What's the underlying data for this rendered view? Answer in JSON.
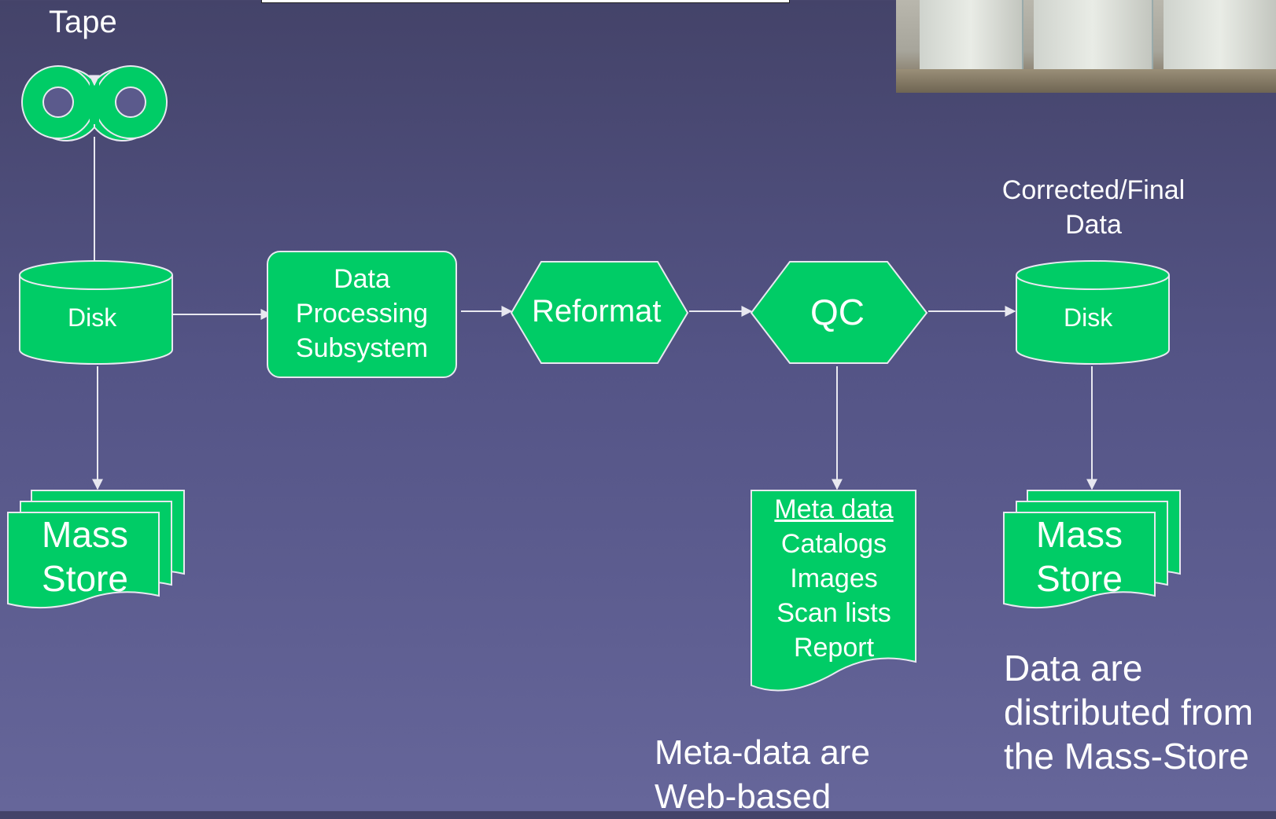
{
  "nodes": {
    "tape": "Tape",
    "disk_left": "Disk",
    "processing": [
      "Data",
      "Processing",
      "Subsystem"
    ],
    "reformat": "Reformat",
    "qc": "QC",
    "disk_right": "Disk",
    "corrected": [
      "Corrected/Final",
      "Data"
    ],
    "mass_store_left": [
      "Mass",
      "Store"
    ],
    "mass_store_right": [
      "Mass",
      "Store"
    ],
    "meta_list": [
      "Meta data",
      "Catalogs",
      "Images",
      "Scan lists",
      "Report"
    ]
  },
  "notes": {
    "meta_web": [
      "Meta-data are",
      "Web-based"
    ],
    "distributed": [
      "Data are",
      "distributed from",
      "the Mass-Store"
    ]
  },
  "colors": {
    "node_fill": "#00cc66",
    "stroke": "#e8e8f0",
    "text": "#ffffff"
  }
}
